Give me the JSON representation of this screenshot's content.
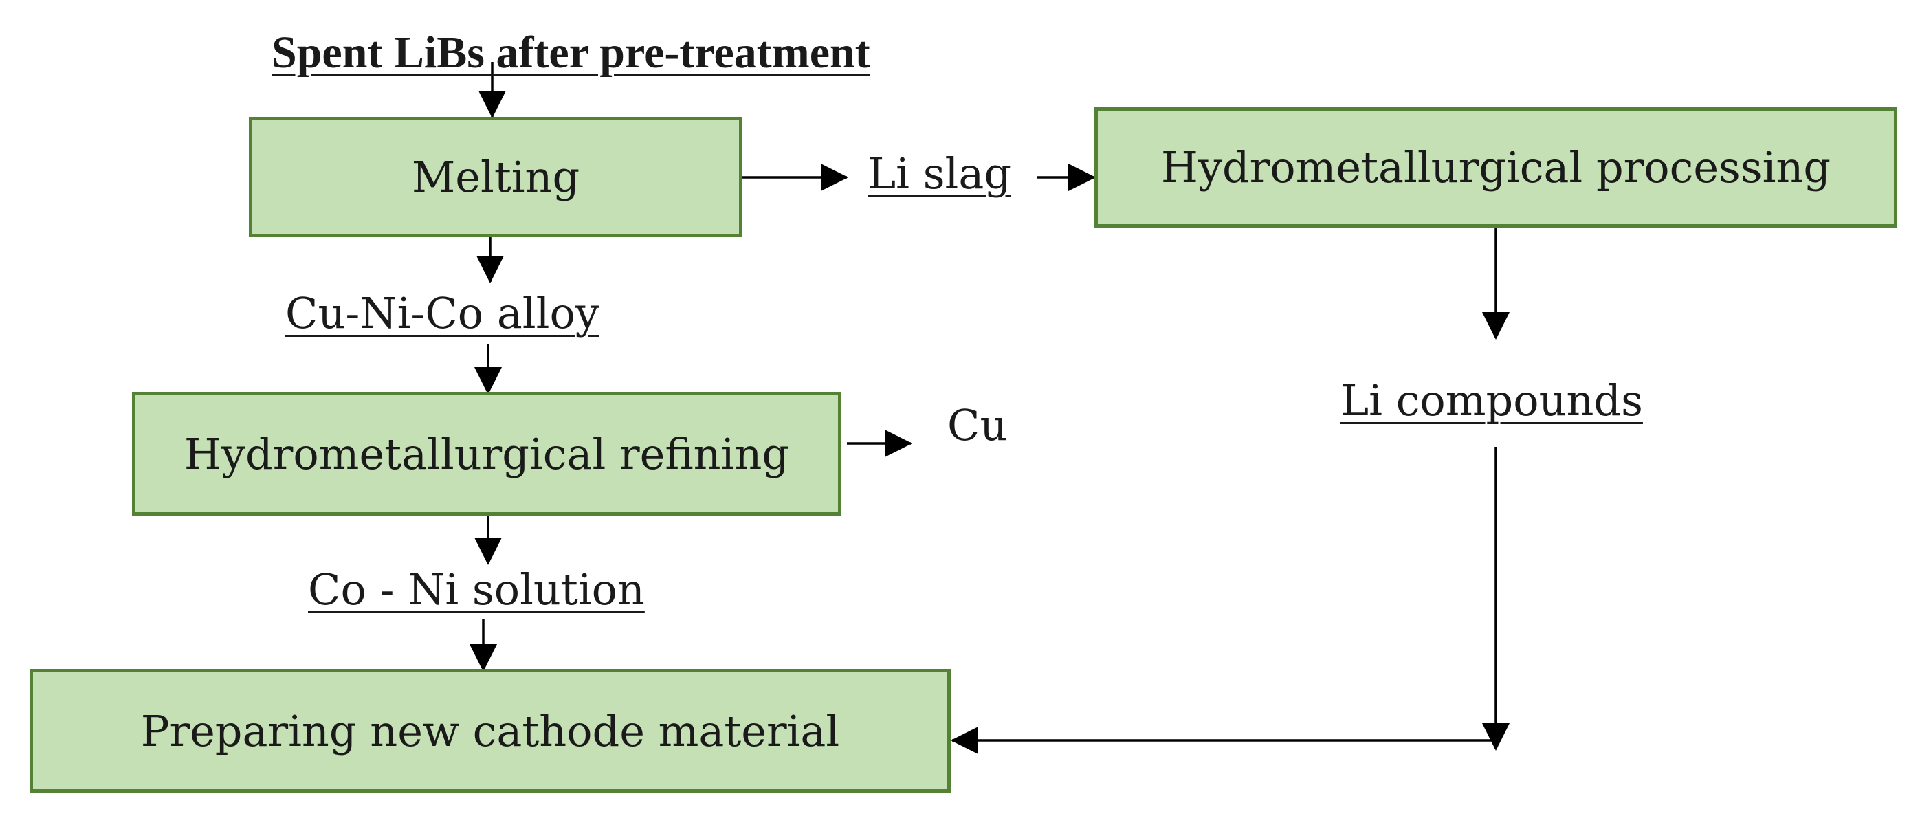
{
  "nodes": {
    "input": "Spent LiBs after pre-treatment",
    "melting": "Melting",
    "li_slag": "Li slag",
    "hydromet_processing": "Hydrometallurgical processing",
    "cu_ni_co_alloy": "Cu-Ni-Co alloy",
    "hydromet_refining": "Hydrometallurgical refining",
    "cu": "Cu",
    "li_compounds": "Li compounds",
    "co_ni_solution": "Co - Ni solution",
    "cathode": "Preparing new cathode material"
  },
  "colors": {
    "box_fill": "#c5e0b4",
    "box_border": "#548235",
    "text": "#1a1a1a",
    "arrow": "#000000"
  }
}
